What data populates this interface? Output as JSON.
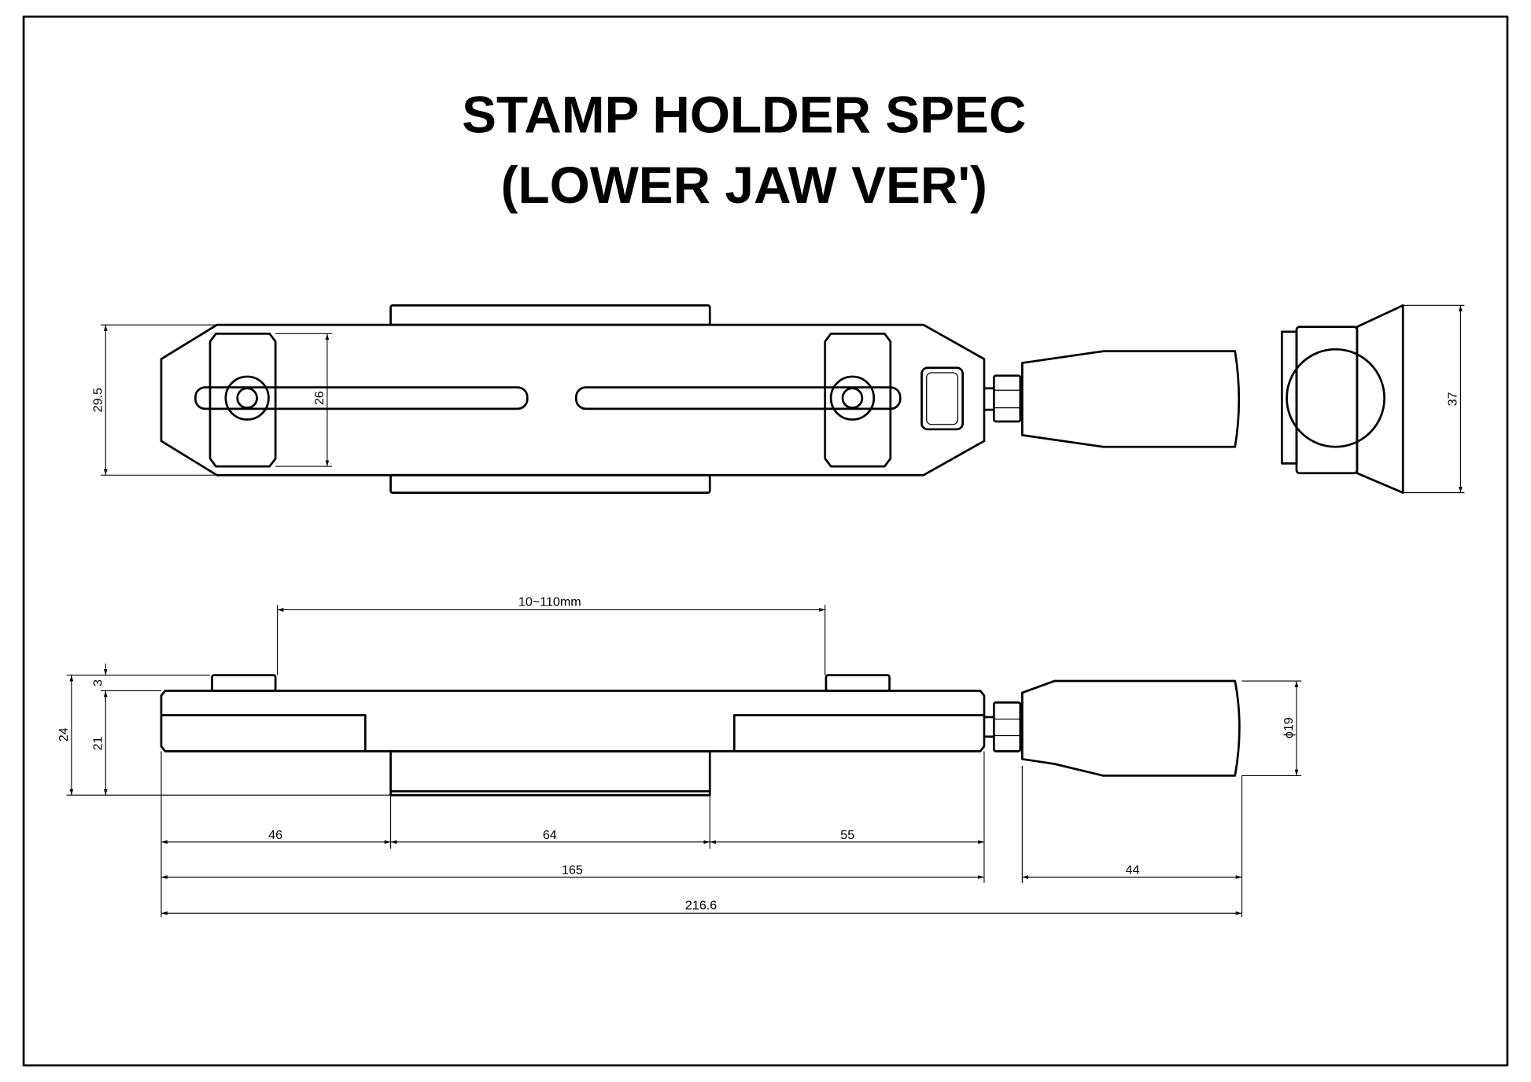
{
  "title": {
    "line1": "STAMP HOLDER SPEC",
    "line2": "(LOWER JAW VER')"
  },
  "top_view": {
    "dim_height": "29.5",
    "dim_clamp": "26"
  },
  "side_view": {
    "dim_height": "37"
  },
  "front_view": {
    "dim_range": "10~110mm",
    "dim_tab": "3",
    "dim_total_height": "24",
    "dim_body_height": "21",
    "dim_handle_dia": "ϕ19",
    "dim_seg1": "46",
    "dim_seg2": "64",
    "dim_seg3": "55",
    "dim_body_length": "165",
    "dim_handle_length": "44",
    "dim_overall": "216.6"
  }
}
